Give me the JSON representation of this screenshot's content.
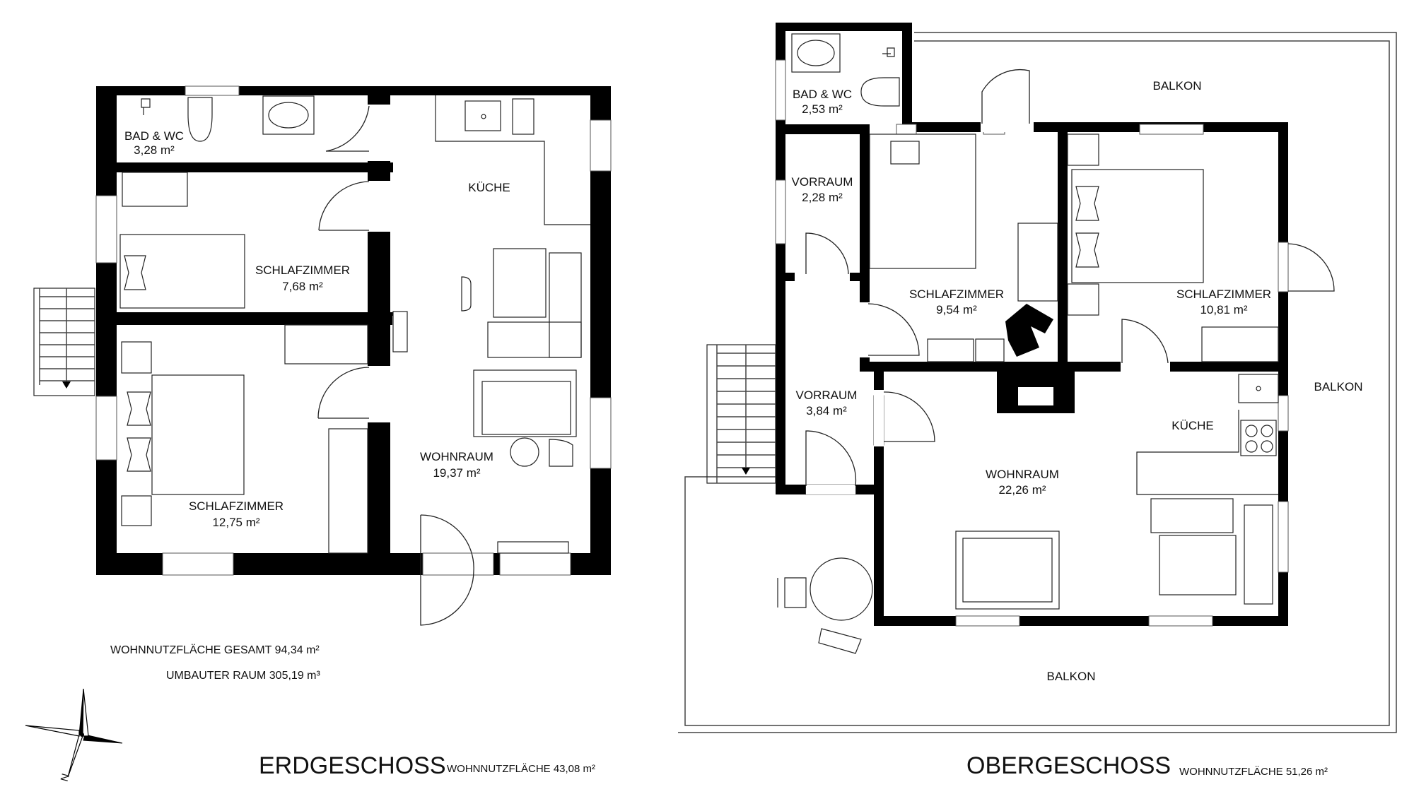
{
  "ground_floor": {
    "title": "ERDGESCHOSS",
    "area_label": "WOHNNUTZFLÄCHE 43,08 m²",
    "rooms": [
      {
        "name": "BAD & WC",
        "area": "3,28 m²"
      },
      {
        "name": "KÜCHE",
        "area": ""
      },
      {
        "name": "SCHLAFZIMMER",
        "area": "7,68 m²"
      },
      {
        "name": "WOHNRAUM",
        "area": "19,37 m²"
      },
      {
        "name": "SCHLAFZIMMER",
        "area": "12,75 m²"
      }
    ]
  },
  "upper_floor": {
    "title": "OBERGESCHOSS",
    "area_label": "WOHNNUTZFLÄCHE 51,26 m²",
    "rooms": [
      {
        "name": "BAD & WC",
        "area": "2,53 m²"
      },
      {
        "name": "BALKON",
        "area": ""
      },
      {
        "name": "VORRAUM",
        "area": "2,28 m²"
      },
      {
        "name": "SCHLAFZIMMER",
        "area": "9,54 m²"
      },
      {
        "name": "SCHLAFZIMMER",
        "area": "10,81 m²"
      },
      {
        "name": "BALKON",
        "area": ""
      },
      {
        "name": "VORRAUM",
        "area": "3,84 m²"
      },
      {
        "name": "KÜCHE",
        "area": ""
      },
      {
        "name": "WOHNRAUM",
        "area": "22,26 m²"
      },
      {
        "name": "BALKON",
        "area": ""
      }
    ]
  },
  "totals": {
    "living_area": "WOHNNUTZFLÄCHE GESAMT 94,34 m²",
    "volume": "UMBAUTER RAUM 305,19 m³"
  },
  "compass": {
    "north_label": "N",
    "icon": "compass-rose-icon"
  }
}
